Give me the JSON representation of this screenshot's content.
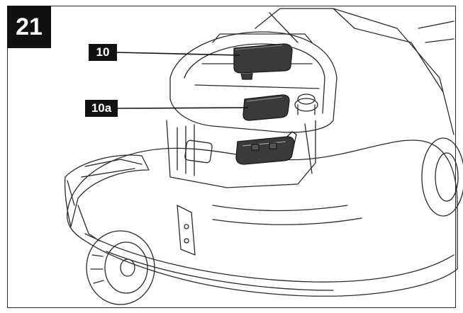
{
  "figure": {
    "number": "21"
  },
  "callouts": [
    {
      "label": "10"
    },
    {
      "label": "10a"
    }
  ],
  "colors": {
    "ink": "#2a2a2a",
    "label_bg": "#111111",
    "label_text": "#ffffff",
    "filter_fill": "#3a3a3a"
  }
}
